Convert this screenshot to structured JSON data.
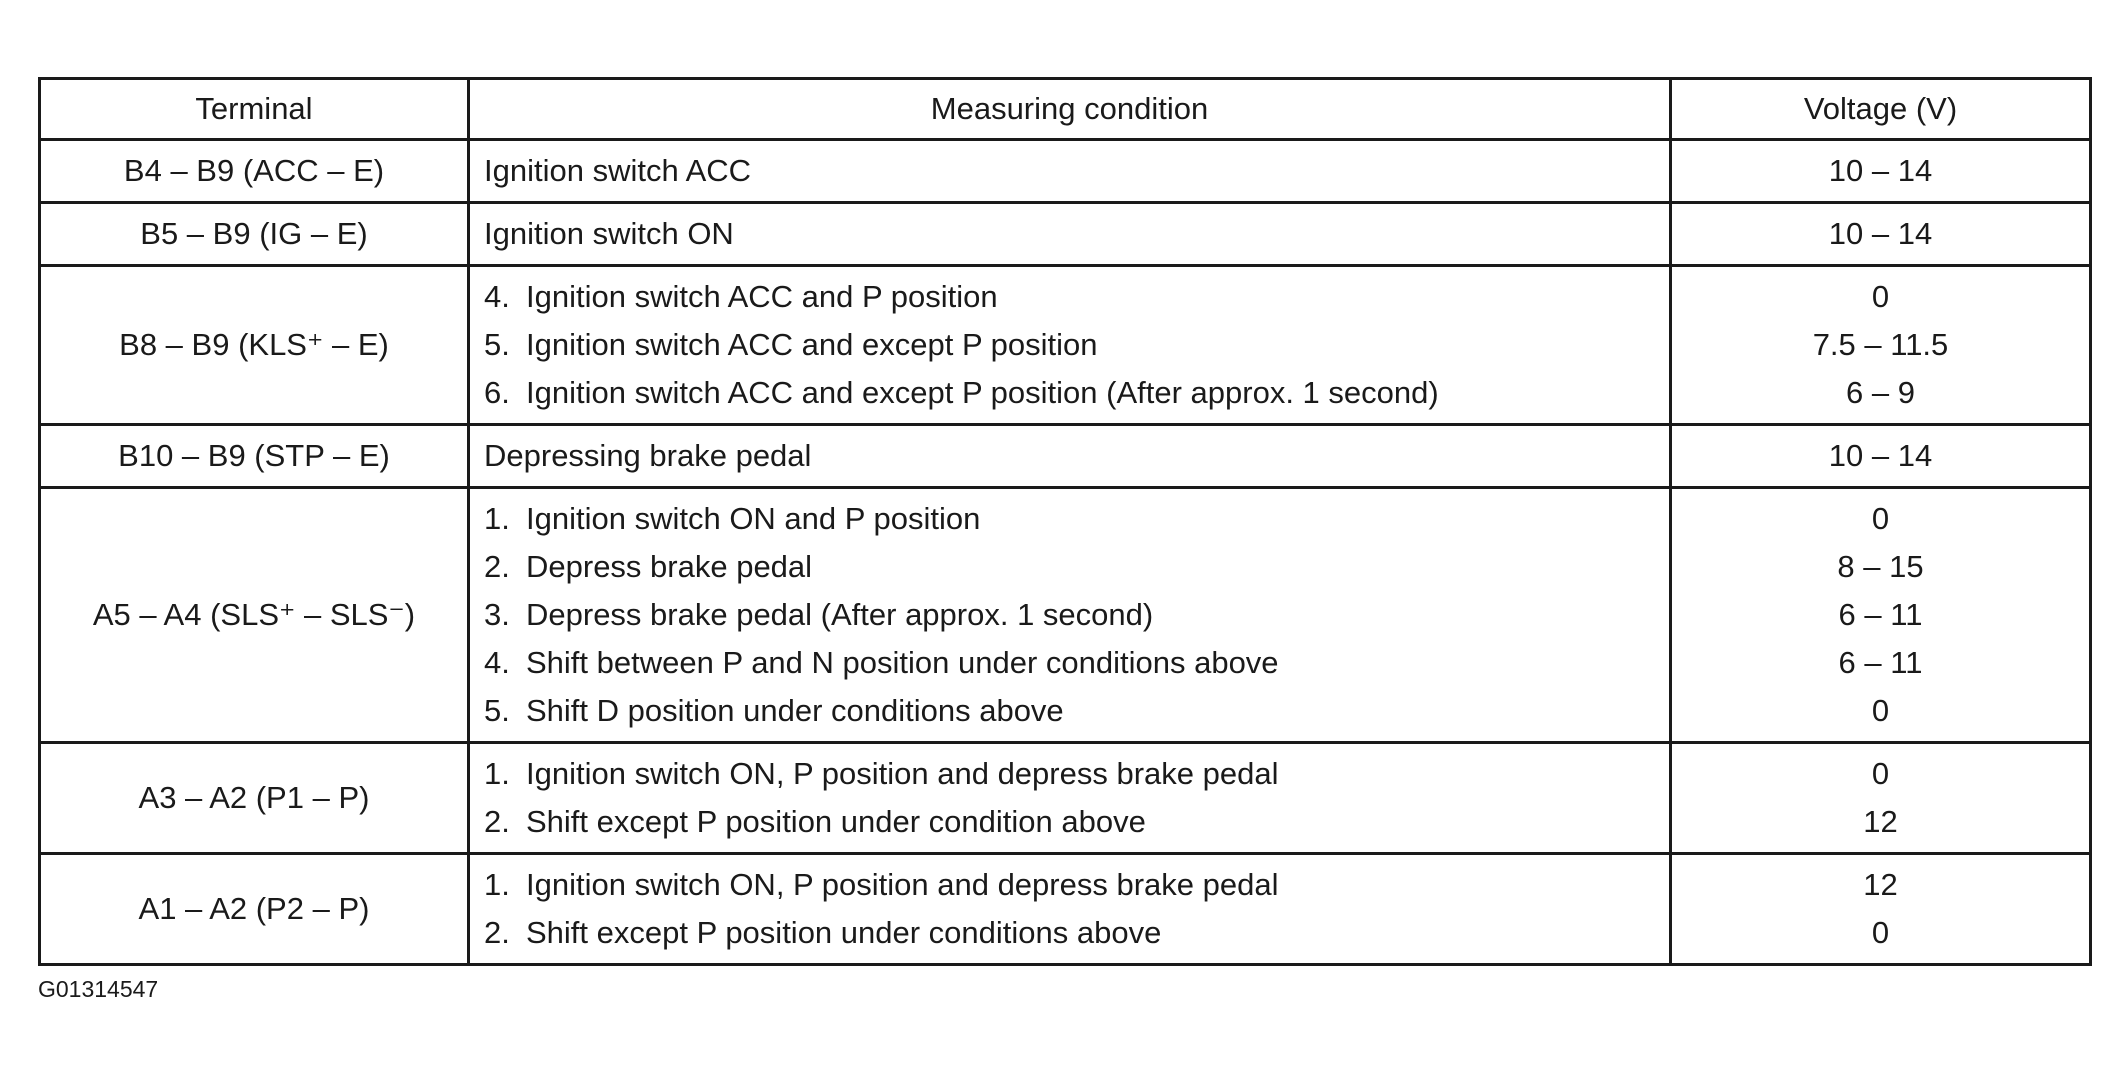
{
  "table": {
    "headers": {
      "terminal": "Terminal",
      "condition": "Measuring condition",
      "voltage": "Voltage (V)"
    },
    "rows": [
      {
        "terminal": "B4 – B9 (ACC – E)",
        "conditions": [
          {
            "num": "",
            "text": "Ignition switch ACC"
          }
        ],
        "voltages": [
          "10 – 14"
        ]
      },
      {
        "terminal": "B5 – B9 (IG – E)",
        "conditions": [
          {
            "num": "",
            "text": "Ignition switch ON"
          }
        ],
        "voltages": [
          "10 – 14"
        ]
      },
      {
        "terminal": "B8 – B9 (KLS⁺ – E)",
        "conditions": [
          {
            "num": "4.",
            "text": "Ignition switch ACC and P position"
          },
          {
            "num": "5.",
            "text": "Ignition switch ACC and except P position"
          },
          {
            "num": "6.",
            "text": "Ignition switch ACC and except P position (After approx. 1 second)"
          }
        ],
        "voltages": [
          "0",
          "7.5 – 11.5",
          "6 – 9"
        ]
      },
      {
        "terminal": "B10 – B9 (STP – E)",
        "conditions": [
          {
            "num": "",
            "text": "Depressing brake pedal"
          }
        ],
        "voltages": [
          "10 – 14"
        ]
      },
      {
        "terminal": "A5 – A4 (SLS⁺ – SLS⁻)",
        "conditions": [
          {
            "num": "1.",
            "text": "Ignition switch ON and P position"
          },
          {
            "num": "2.",
            "text": "Depress brake pedal"
          },
          {
            "num": "3.",
            "text": "Depress brake pedal (After approx. 1 second)"
          },
          {
            "num": "4.",
            "text": "Shift between P and N position under conditions above"
          },
          {
            "num": "5.",
            "text": "Shift D position under conditions above"
          }
        ],
        "voltages": [
          "0",
          "8 – 15",
          "6 – 11",
          "6 – 11",
          "0"
        ]
      },
      {
        "terminal": "A3 – A2 (P1 – P)",
        "conditions": [
          {
            "num": "1.",
            "text": "Ignition switch ON, P position and depress brake pedal"
          },
          {
            "num": "2.",
            "text": "Shift except P position under condition above"
          }
        ],
        "voltages": [
          "0",
          "12"
        ]
      },
      {
        "terminal": "A1 – A2 (P2 – P)",
        "conditions": [
          {
            "num": "1.",
            "text": "Ignition switch ON, P position and depress brake pedal"
          },
          {
            "num": "2.",
            "text": "Shift except P position under conditions above"
          }
        ],
        "voltages": [
          "12",
          "0"
        ]
      }
    ]
  },
  "footer": {
    "code": "G01314547"
  }
}
